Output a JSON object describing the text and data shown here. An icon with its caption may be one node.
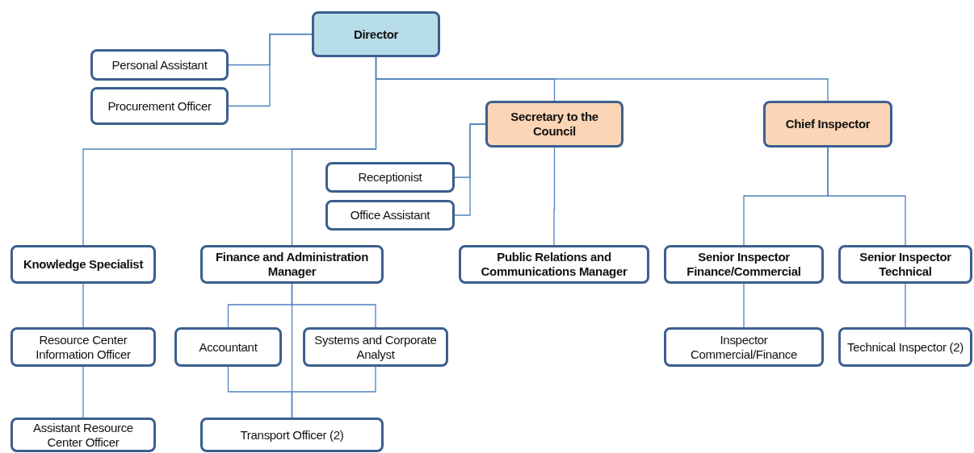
{
  "diagram": {
    "nodes": [
      {
        "text": [
          "Director"
        ]
      },
      {
        "text": [
          "Personal Assistant"
        ]
      },
      {
        "text": [
          "Procurement Officer"
        ]
      },
      {
        "text": [
          "Secretary to the Council"
        ]
      },
      {
        "text": [
          "Chief Inspector"
        ]
      },
      {
        "text": [
          "Receptionist"
        ]
      },
      {
        "text": [
          "Office Assistant"
        ]
      },
      {
        "text": [
          "Knowledge Specialist"
        ]
      },
      {
        "text": [
          "Finance and Administration Manager"
        ]
      },
      {
        "text": [
          "Public Relations and Communications Manager"
        ]
      },
      {
        "text": [
          "Senior Inspector Finance/Commercial"
        ]
      },
      {
        "text": [
          "Senior Inspector Technical"
        ]
      },
      {
        "text": [
          "Resource Center Information Officer"
        ]
      },
      {
        "text": [
          "Accountant"
        ]
      },
      {
        "text": [
          "Systems and Corporate Analyst"
        ]
      },
      {
        "text": [
          "Inspector Commercial/Finance"
        ]
      },
      {
        "text": [
          "Technical Inspector (2)"
        ]
      },
      {
        "text": [
          "Assistant Resource Center Officer"
        ]
      },
      {
        "text": [
          "Transport Officer (2)"
        ]
      }
    ],
    "edges": [
      {
        "from": 0,
        "to": 1,
        "arrow": "none"
      },
      {
        "from": 0,
        "to": 2,
        "arrow": "none"
      },
      {
        "from": 0,
        "to": 3,
        "arrow": "none"
      },
      {
        "from": 0,
        "to": 4,
        "arrow": "none"
      },
      {
        "from": 0,
        "to": 7,
        "arrow": "none"
      },
      {
        "from": 0,
        "to": 8,
        "arrow": "none"
      },
      {
        "from": 3,
        "to": 5,
        "arrow": "none"
      },
      {
        "from": 3,
        "to": 6,
        "arrow": "none"
      },
      {
        "from": 3,
        "to": 9,
        "arrow": "none"
      },
      {
        "from": 4,
        "to": 10,
        "arrow": "none"
      },
      {
        "from": 4,
        "to": 11,
        "arrow": "none"
      },
      {
        "from": 7,
        "to": 12,
        "arrow": "none"
      },
      {
        "from": 12,
        "to": 17,
        "arrow": "none"
      },
      {
        "from": 8,
        "to": 13,
        "arrow": "none"
      },
      {
        "from": 8,
        "to": 14,
        "arrow": "none"
      },
      {
        "from": 8,
        "to": 18,
        "arrow": "none"
      },
      {
        "from": 13,
        "to": 18,
        "arrow": "none"
      },
      {
        "from": 14,
        "to": 18,
        "arrow": "none"
      },
      {
        "from": 10,
        "to": 15,
        "arrow": "none"
      },
      {
        "from": 11,
        "to": 16,
        "arrow": "none"
      }
    ]
  }
}
